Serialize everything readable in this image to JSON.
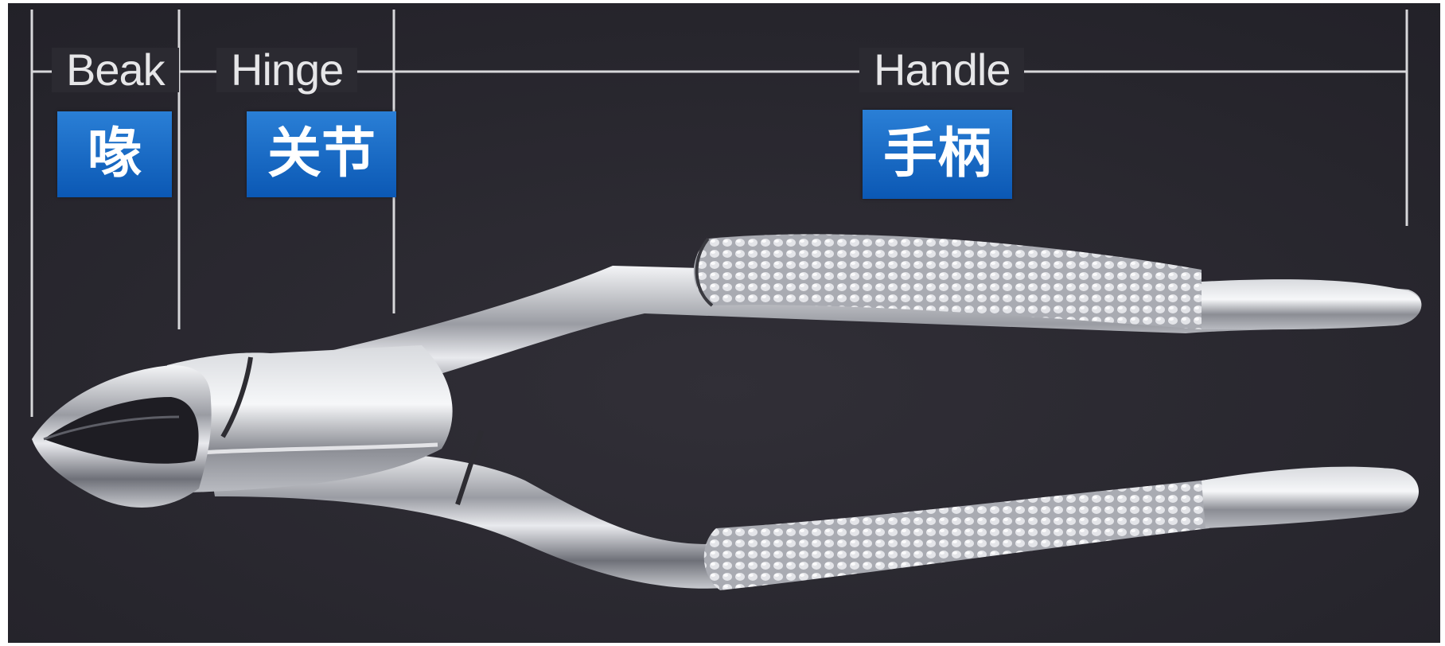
{
  "labels": {
    "beak": {
      "en": "Beak",
      "zh": "喙"
    },
    "hinge": {
      "en": "Hinge",
      "zh": "关节"
    },
    "handle": {
      "en": "Handle",
      "zh": "手柄"
    }
  },
  "colors": {
    "background": "#2b2a31",
    "label_box": "#1565c0",
    "label_text": "#ffffff",
    "english_text": "#e6e6e8",
    "steel": "#c9cbd0"
  },
  "icons": {
    "instrument": "extraction-forceps"
  }
}
